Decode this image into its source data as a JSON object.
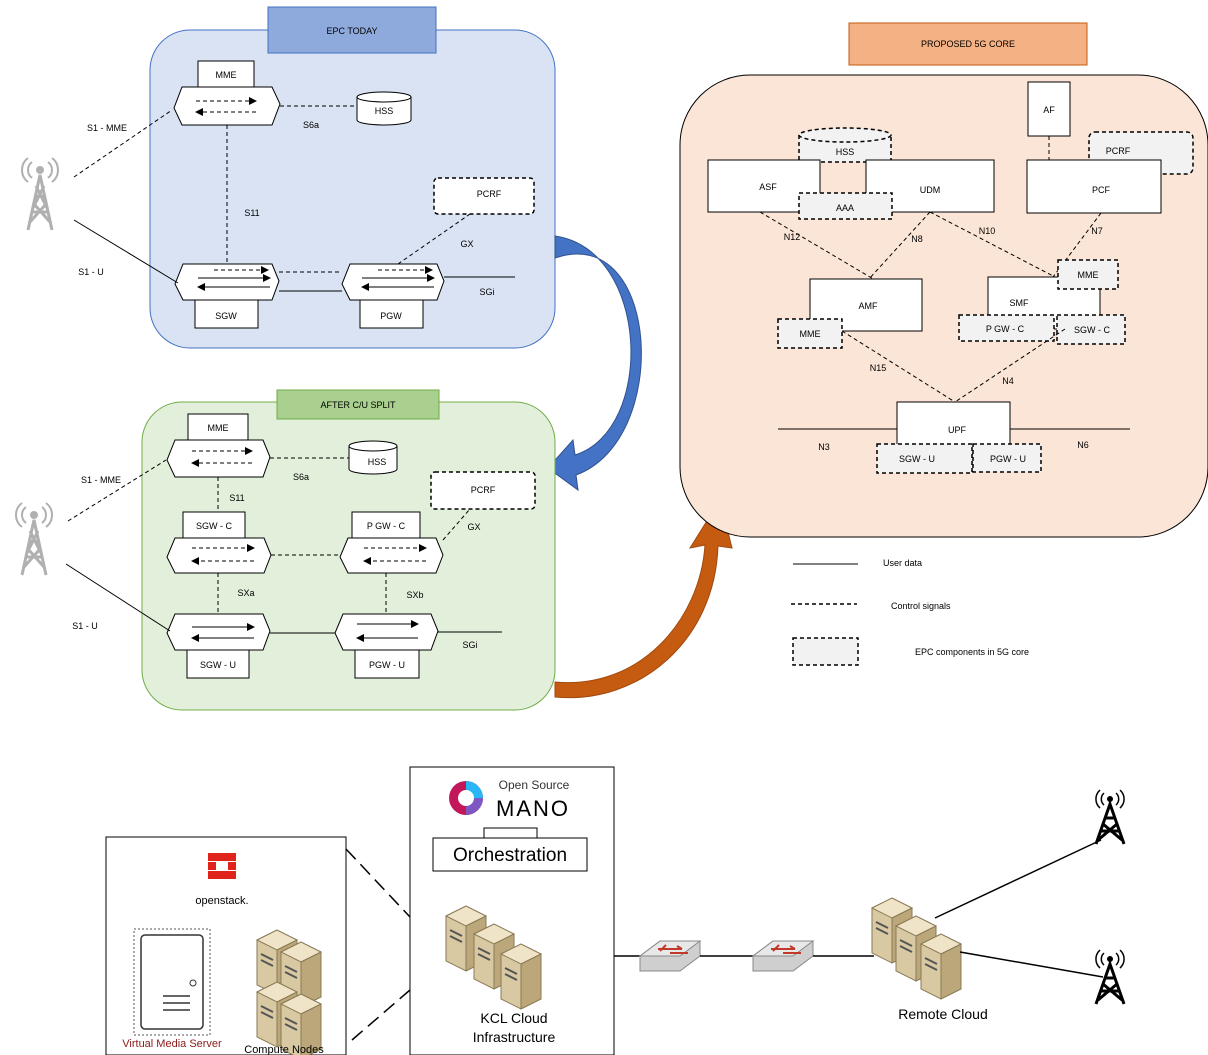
{
  "epc_today": {
    "title": "EPC TODAY",
    "nodes": {
      "mme": "MME",
      "hss": "HSS",
      "pcrf": "PCRF",
      "sgw": "SGW",
      "pgw": "PGW"
    },
    "links": {
      "s1_mme": "S1 -  MME",
      "s6a": "S6a",
      "s11": "S11",
      "s1_u": "S1 - U",
      "gx": "GX",
      "sgi": "SGi"
    }
  },
  "after_split": {
    "title": "AFTER C/U SPLIT",
    "nodes": {
      "mme": "MME",
      "hss": "HSS",
      "pcrf": "PCRF",
      "sgw_c": "SGW - C",
      "pgw_c": "P  GW - C",
      "sgw_u": "SGW - U",
      "pgw_u": "PGW - U"
    },
    "links": {
      "s1_mme": "S1 -  MME",
      "s6a": "S6a",
      "s11": "S11",
      "gx": "GX",
      "sxa": "SXa",
      "sxb": "SXb",
      "s1_u": "S1 - U",
      "sgi": "SGi"
    }
  },
  "proposed_5g": {
    "title": "PROPOSED       5G CORE",
    "nodes": {
      "af": "AF",
      "hss": "HSS",
      "asf": "ASF",
      "udm": "UDM",
      "aaa": "AAA",
      "pcrf": "PCRF",
      "pcf": "PCF",
      "amf": "AMF",
      "mme_amf": "MME",
      "smf": "SMF",
      "mme_smf": "MME",
      "pgw_c": "P  GW - C",
      "sgw_c": "SGW - C",
      "upf": "UPF",
      "sgw_u": "SGW - U",
      "pgw_u": "PGW - U"
    },
    "links": {
      "n12": "N12",
      "n8": "N8",
      "n10": "N10",
      "n7": "N7",
      "n15": "N15",
      "n4": "N4",
      "n3": "N3",
      "n6": "N6"
    }
  },
  "legend": {
    "user_data": "User data",
    "control_signals": "Control signals",
    "epc_components": "EPC components in 5G core"
  },
  "infrastructure": {
    "openstack": "openstack.",
    "virtual_media_server": "Virtual Media Server",
    "compute_nodes": "Compute Nodes",
    "mano_open_source": "Open Source",
    "mano": "MANO",
    "orchestration": "Orchestration",
    "kcl_cloud_line1": "KCL Cloud",
    "kcl_cloud_line2": "Infrastructure",
    "remote_cloud": "Remote Cloud"
  },
  "colors": {
    "epc_today_fill": "#dae3f3",
    "epc_today_stroke": "#4472c4",
    "epc_today_title": "#8ea9db",
    "after_split_fill": "#e2efda",
    "after_split_stroke": "#70ad47",
    "after_split_title": "#a9d08e",
    "proposed_fill": "#fbe5d6",
    "proposed_title": "#f4b183",
    "blue_arrow": "#4472c4",
    "orange_arrow": "#c55a11",
    "dashed_box_fill": "#f2f2f2",
    "openstack_red": "#e0231b",
    "vms_text": "#8b1a1a"
  }
}
